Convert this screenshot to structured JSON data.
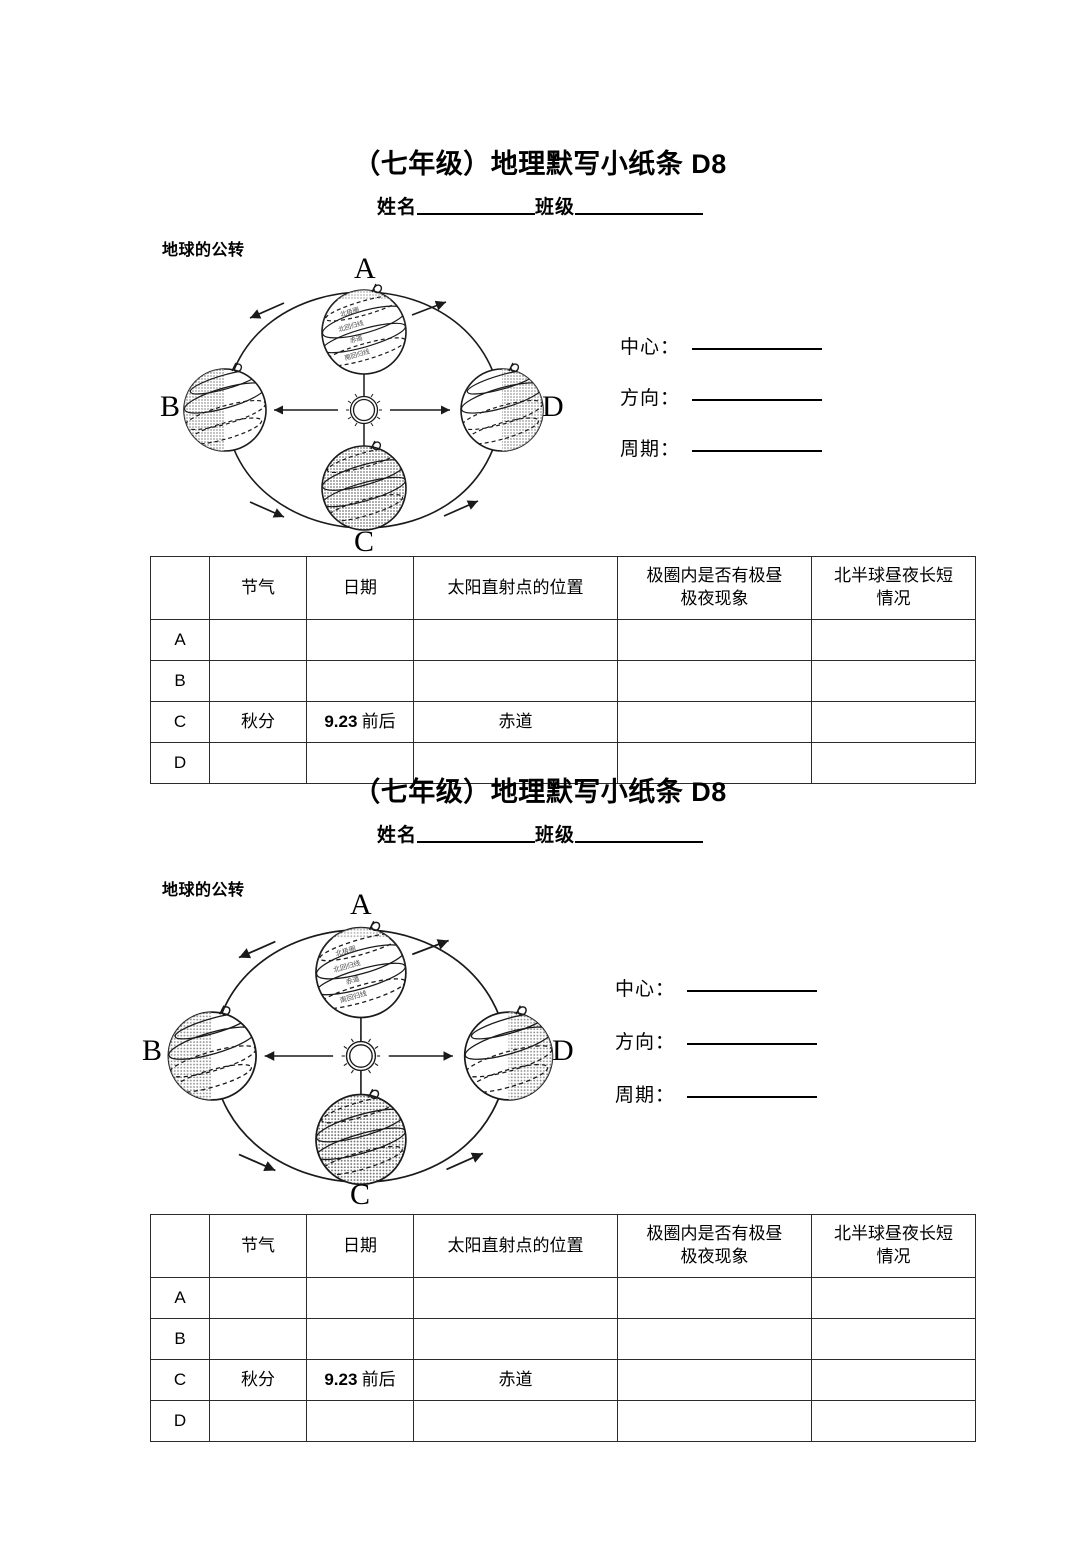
{
  "document": {
    "title": "（七年级）地理默写小纸条 D8",
    "name_label": "姓名",
    "class_label": "班级",
    "section_label": "地球的公转"
  },
  "blanks": [
    {
      "label": "中心："
    },
    {
      "label": "方向："
    },
    {
      "label": "周期："
    }
  ],
  "diagram": {
    "position_labels": {
      "a": "A",
      "b": "B",
      "c": "C",
      "d": "D"
    },
    "globe_annotations": [
      "北极圈",
      "北回归线",
      "赤道",
      "南回归线"
    ],
    "sun_icon": "sun-icon"
  },
  "table": {
    "headers": [
      "",
      "节气",
      "日期",
      "太阳直射点的位置",
      "极圈内是否有极昼极夜现象",
      "北半球昼夜长短情况"
    ],
    "header_lines": [
      [
        ""
      ],
      [
        "节气"
      ],
      [
        "日期"
      ],
      [
        "太阳直射点的位置"
      ],
      [
        "极圈内是否有极昼",
        "极夜现象"
      ],
      [
        "北半球昼夜长短",
        "情况"
      ]
    ],
    "rows": [
      {
        "idx": "A",
        "jieqi": "",
        "date": "",
        "sun_position": "",
        "polar": "",
        "daylength": ""
      },
      {
        "idx": "B",
        "jieqi": "",
        "date": "",
        "sun_position": "",
        "polar": "",
        "daylength": ""
      },
      {
        "idx": "C",
        "jieqi": "秋分",
        "date_num": "9.23",
        "date_suffix": "前后",
        "sun_position": "赤道",
        "polar": "",
        "daylength": ""
      },
      {
        "idx": "D",
        "jieqi": "",
        "date": "",
        "sun_position": "",
        "polar": "",
        "daylength": ""
      }
    ]
  },
  "colors": {
    "ink": "#000000",
    "rule": "#2b2b2b",
    "shade": "#8d8d8d",
    "paper": "#ffffff"
  }
}
